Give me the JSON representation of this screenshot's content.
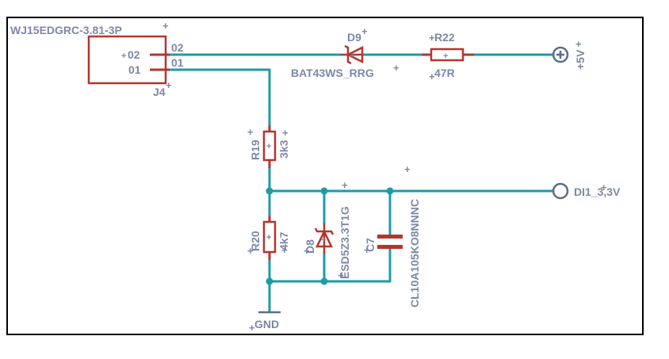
{
  "connector": {
    "name": "WJ15EDGRC-3.81-3P",
    "ref": "J4",
    "pin_top": "02",
    "pin_bottom": "01",
    "pin_top_net": "02",
    "pin_bottom_net": "01"
  },
  "d9": {
    "ref": "D9",
    "value": "BAT43WS_RRG"
  },
  "r22": {
    "ref": "R22",
    "value": "47R"
  },
  "supply": {
    "label": "+5V"
  },
  "r19": {
    "ref": "R19",
    "value": "3k3"
  },
  "r20": {
    "ref": "R20",
    "value": "4k7"
  },
  "d8": {
    "ref": "D8",
    "value": "ESD5Z3.3T1G"
  },
  "c7": {
    "ref": "C7",
    "value": "CL10A105KO8NNNC"
  },
  "output": {
    "label": "DI1_3,3V"
  },
  "ground": {
    "label": "GND"
  },
  "colors": {
    "wire": "#1c9ca6",
    "part": "#b5352f",
    "label": "#7d88a6",
    "frame": "#000000"
  }
}
